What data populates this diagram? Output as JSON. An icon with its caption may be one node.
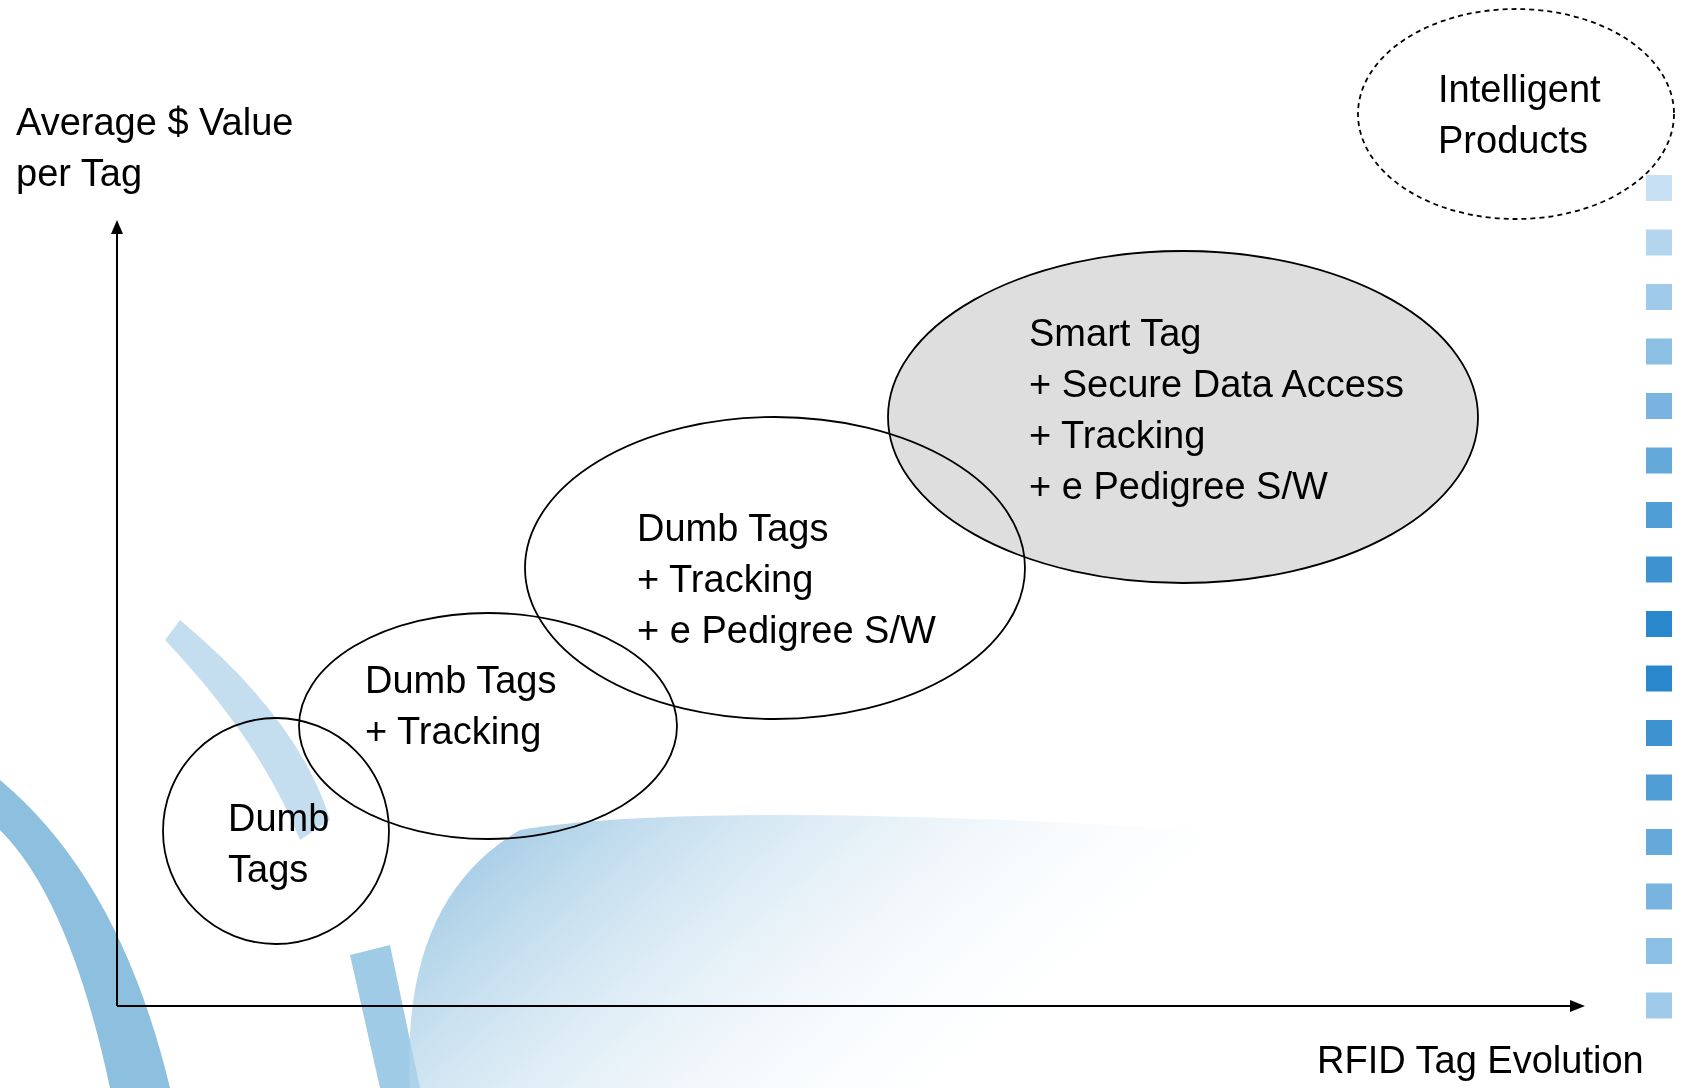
{
  "diagram": {
    "nodes": [
      {
        "text": [
          "Dumb Tags"
        ]
      },
      {
        "text": [
          "Dumb Tags",
          "+ Tracking"
        ]
      },
      {
        "text": [
          "Dumb Tags",
          "+ Tracking",
          "+ e Pedigree S/W"
        ]
      },
      {
        "text": [
          "Smart Tag",
          "+ Secure Data Access",
          "+ Tracking",
          "+ e Pedigree S/W"
        ]
      },
      {
        "text": [
          "Intelligent Products"
        ]
      }
    ],
    "edges": [],
    "labels": [
      "Average $ Value per Tag",
      "RFID Tag Evolution"
    ]
  }
}
